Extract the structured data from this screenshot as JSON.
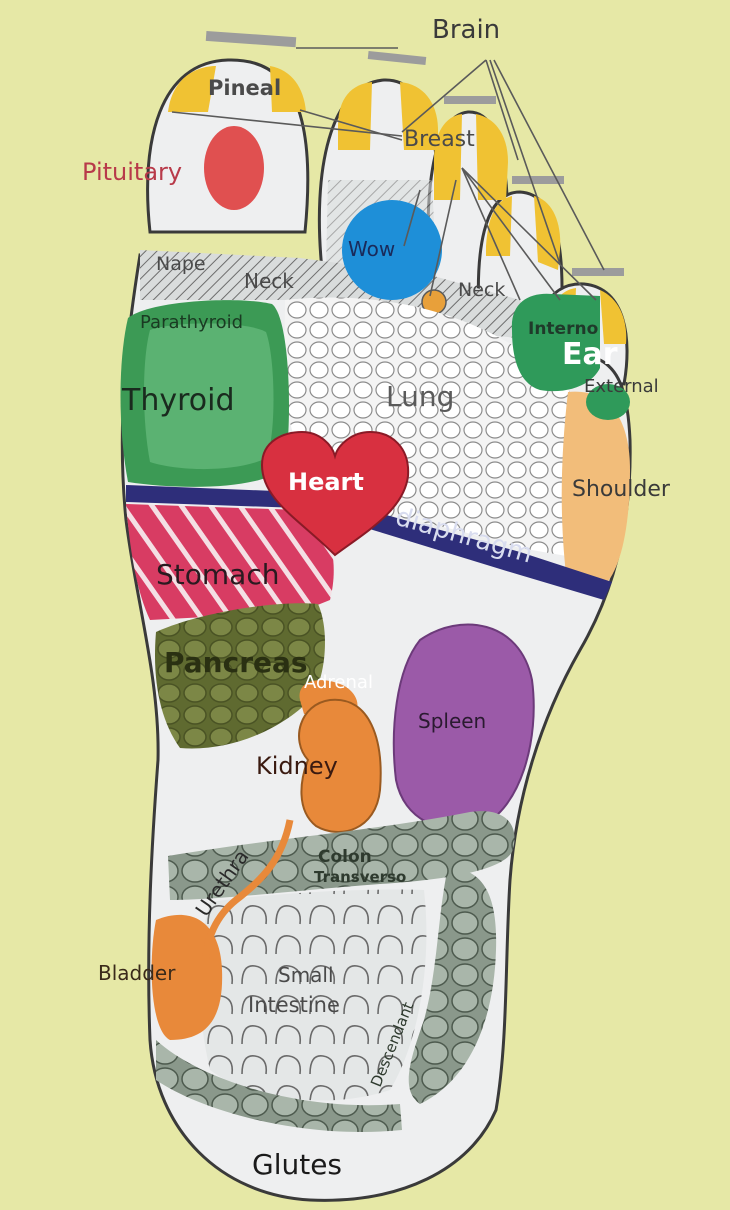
{
  "colors": {
    "background": "#e6e8a6",
    "foot_fill": "#eeeff0",
    "foot_outline": "#3a3a3a",
    "yellow": "#f0c233",
    "pituitary": "#e05050",
    "wow_blue": "#1e8fd8",
    "thyroid_green": "#3c9a55",
    "inner_ear_green": "#2f9a5a",
    "heart_red": "#d83040",
    "stomach_pink": "#d83c63",
    "pancreas_olive": "#6f7a3c",
    "kidney_orange": "#e8893a",
    "spleen_purple": "#9b5aa8",
    "shoulder_peach": "#f2bd7a",
    "diaphragm_navy": "#2e2e7a",
    "intestine_gray": "#cfd4d4",
    "colon_gray": "#9ba89c"
  },
  "labels": {
    "brain": "Brain",
    "pineal": "Pineal",
    "breast": "Breast",
    "pituitary": "Pituitary",
    "wow": "Wow",
    "nape": "Nape",
    "neck_left": "Neck",
    "neck_right": "Neck",
    "interno": "Interno",
    "ear": "Ear",
    "external": "External",
    "parathyroid": "Parathyroid",
    "thyroid": "Thyroid",
    "lung": "Lung",
    "heart": "Heart",
    "shoulder": "Shoulder",
    "diaphragm": "diaphragm",
    "stomach": "Stomach",
    "pancreas": "Pancreas",
    "adrenal": "Adrenal",
    "spleen": "Spleen",
    "kidney": "Kidney",
    "colon": "Colon",
    "transverso": "Transverso",
    "urethra": "Urethra",
    "bladder": "Bladder",
    "small": "Small",
    "intestine": "Intestine",
    "descendant": "Descendant",
    "glutes": "Glutes"
  }
}
